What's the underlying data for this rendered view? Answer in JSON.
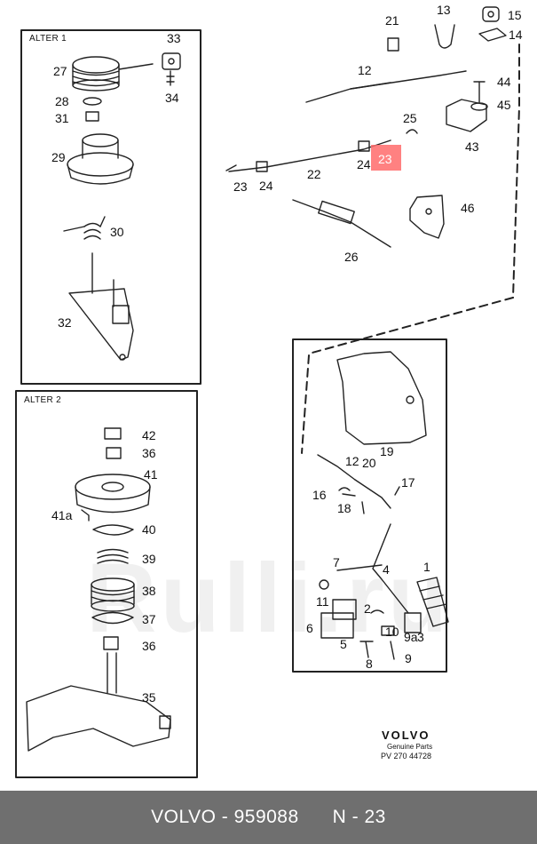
{
  "panels": {
    "alter1": "ALTER 1",
    "alter2": "ALTER 2"
  },
  "brand": {
    "name": "VOLVO",
    "subtitle": "Genuine Parts",
    "code": "PV 270 44728"
  },
  "watermark": "Rulli.ru",
  "footer": {
    "text": "VOLVO - 959088      N - 23"
  },
  "highlight_color": "#ff6b6b",
  "labels": [
    "33",
    "27",
    "28",
    "31",
    "29",
    "34",
    "30",
    "32",
    "21",
    "13",
    "15",
    "14",
    "12",
    "44",
    "45",
    "25",
    "43",
    "24",
    "23",
    "22",
    "23",
    "24",
    "46",
    "26",
    "42",
    "36",
    "41",
    "41a",
    "40",
    "39",
    "38",
    "37",
    "36",
    "35",
    "12",
    "20",
    "19",
    "17",
    "16",
    "18",
    "7",
    "4",
    "1",
    "11",
    "2",
    "6",
    "10",
    "3",
    "9a",
    "5",
    "8",
    "9"
  ]
}
